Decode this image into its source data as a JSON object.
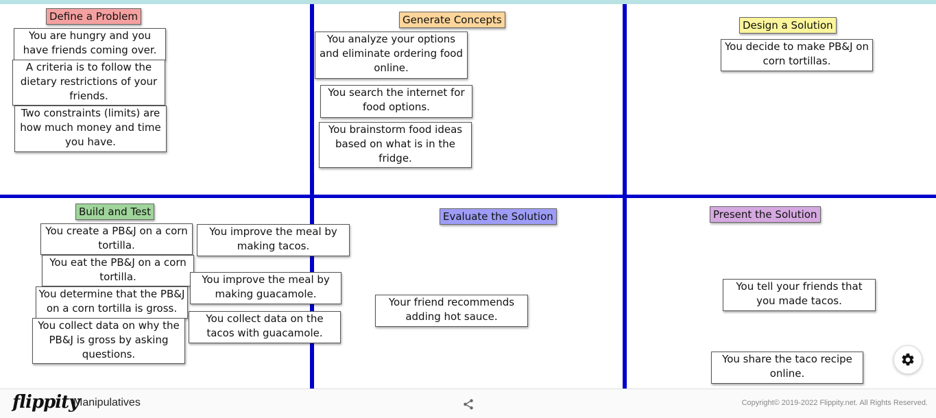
{
  "sections": {
    "define_problem": {
      "title": "Define a Problem",
      "color": "#f5a0a0"
    },
    "generate_concepts": {
      "title": "Generate Concepts",
      "color": "#fcd59a"
    },
    "design_solution": {
      "title": "Design a Solution",
      "color": "#fbf59b"
    },
    "build_test": {
      "title": "Build and Test",
      "color": "#9fd59a"
    },
    "evaluate_solution": {
      "title": "Evaluate the Solution",
      "color": "#9d9df7"
    },
    "present_solution": {
      "title": "Present the Solution",
      "color": "#d6a8e0"
    }
  },
  "cards": {
    "c1": "You are hungry and you have friends coming over.",
    "c2": "A criteria is to follow the dietary restrictions of your friends.",
    "c3": "Two constraints (limits) are how much money and time you have.",
    "c4": "You analyze your options and eliminate ordering food online.",
    "c5": "You search the internet for food options.",
    "c6": "You brainstorm food ideas based on what is in the fridge.",
    "c7": "You decide to make PB&J on corn tortillas.",
    "c8": "You create a PB&J on a corn tortilla.",
    "c9": "You eat the PB&J on a corn tortilla.",
    "c10": "You determine that the PB&J on a corn tortilla is gross.",
    "c11": "You collect data on why the PB&J is gross by asking questions.",
    "c12": "You improve the meal by making tacos.",
    "c13": "You improve the meal by making guacamole.",
    "c14": "You collect data on the tacos with guacamole.",
    "c15": "Your friend recommends adding hot sauce.",
    "c16": "You tell your friends that you made tacos.",
    "c17": "You share the taco recipe online."
  },
  "icons": {
    "settings": "gear-icon",
    "share": "share-icon"
  },
  "footer": {
    "logo": "flippity",
    "app_name": "Manipulatives",
    "copyright": "Copyright© 2019-2022 Flippity.net. All Rights Reserved."
  },
  "colors": {
    "grid_line": "#0000cc",
    "top_strip": "#b8e2e3"
  }
}
